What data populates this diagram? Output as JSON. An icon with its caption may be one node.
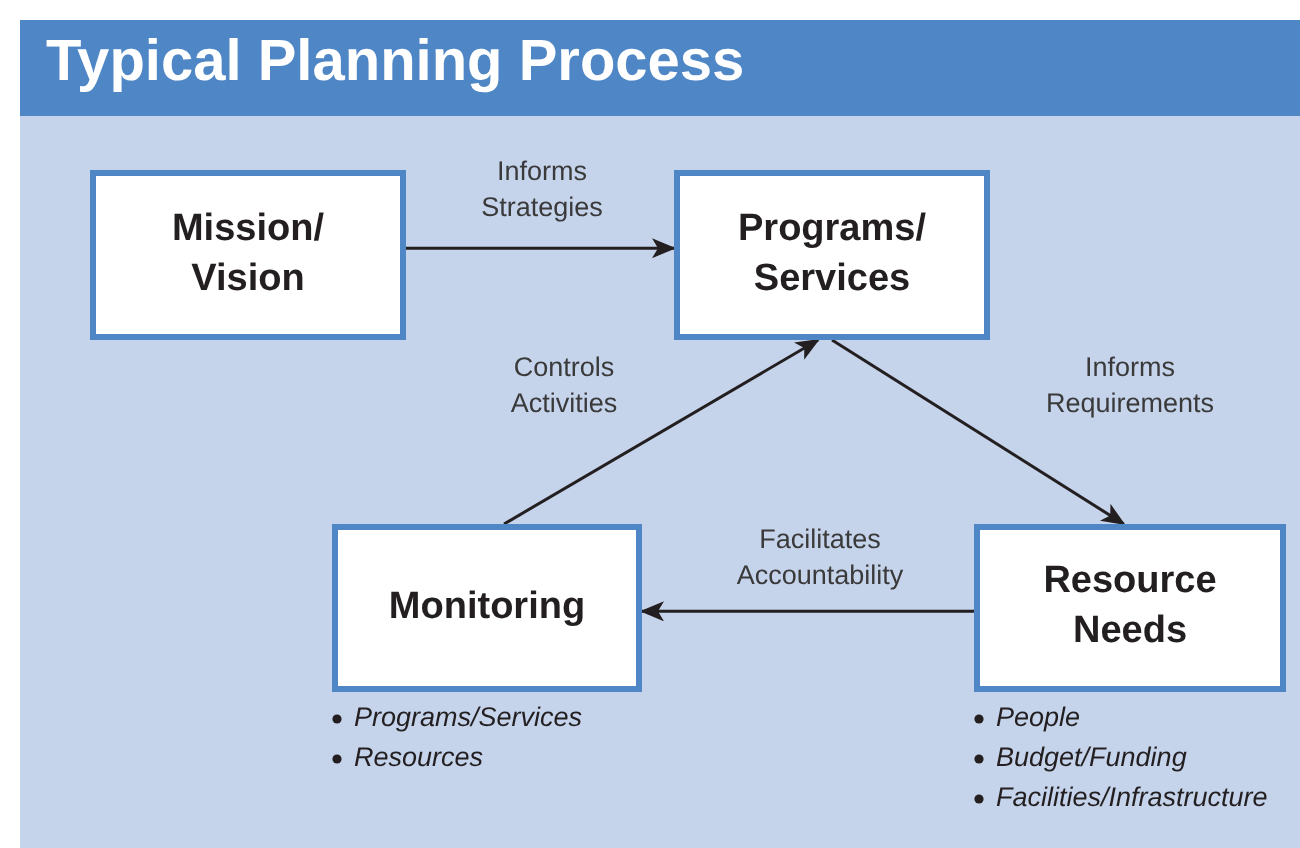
{
  "diagram": {
    "title": "Typical Planning Process",
    "nodes": [
      {
        "text": [
          "Mission/ Vision"
        ]
      },
      {
        "text": [
          "Programs/ Services"
        ]
      },
      {
        "text": [
          "Monitoring"
        ],
        "beside": [
          "Programs/Services",
          "Resources"
        ]
      },
      {
        "text": [
          "Resource Needs"
        ],
        "beside": [
          "People",
          "Budget/Funding",
          "Facilities/Infrastructure"
        ]
      }
    ],
    "edges": [
      {
        "from": 0,
        "to": 1,
        "arrow": "to",
        "label": "Informs Strategies"
      },
      {
        "from": 2,
        "to": 1,
        "arrow": "to",
        "label": "Controls Activities"
      },
      {
        "from": 1,
        "to": 3,
        "arrow": "to",
        "label": "Informs Requirements"
      },
      {
        "from": 3,
        "to": 2,
        "arrow": "to",
        "label": "Facilitates Accountability"
      }
    ]
  }
}
